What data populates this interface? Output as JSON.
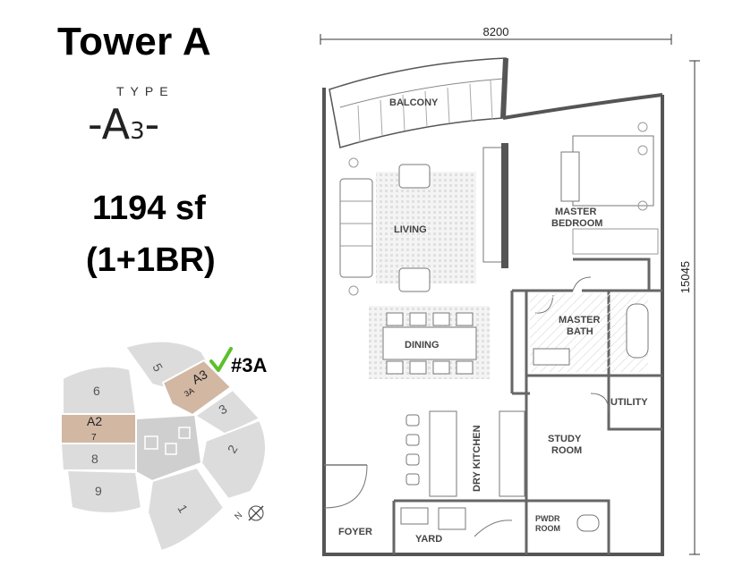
{
  "header": {
    "tower": "Tower A",
    "type_word": "TYPE",
    "type_dash_left": "-",
    "type_letter": "A",
    "type_number": "3",
    "type_dash_right": "-",
    "area": "1194 sf",
    "bedrooms": "(1+1BR)"
  },
  "floorplan": {
    "width_dim": "8200",
    "height_dim": "15045",
    "rooms": {
      "balcony": "BALCONY",
      "living": "LIVING",
      "dining": "DINING",
      "master_bedroom_1": "MASTER",
      "master_bedroom_2": "BEDROOM",
      "master_bath_1": "MASTER",
      "master_bath_2": "BATH",
      "utility": "UTILITY",
      "study_1": "STUDY",
      "study_2": "ROOM",
      "dry_kitchen": "DRY KITCHEN",
      "foyer": "FOYER",
      "yard": "YARD",
      "pwdr_1": "PWDR",
      "pwdr_2": "ROOM"
    }
  },
  "keyplan": {
    "units": [
      "1",
      "2",
      "3",
      "5",
      "6",
      "8",
      "9"
    ],
    "highlight_a2": {
      "type": "A2",
      "unit": "7"
    },
    "highlight_a3": {
      "type": "A3",
      "unit": "3A"
    },
    "marker_label": "#3A",
    "compass": "N",
    "colors": {
      "highlight": "#d2b7a3",
      "unit": "#dcdcdc",
      "check": "#5cc02a"
    }
  }
}
